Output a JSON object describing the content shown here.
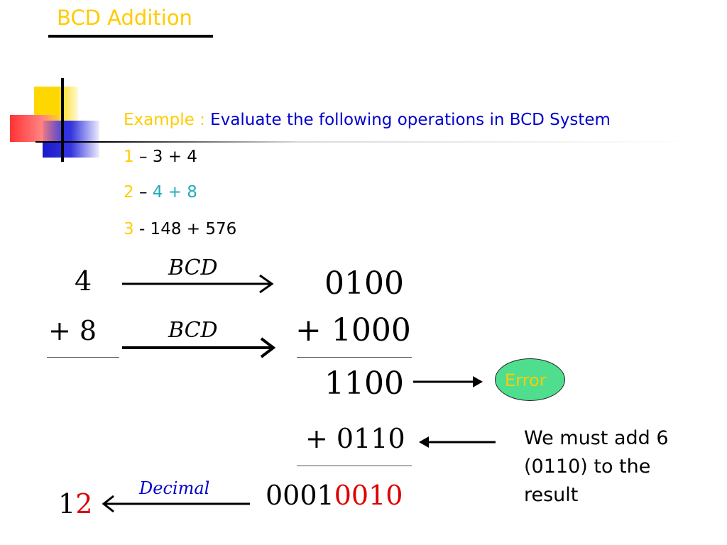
{
  "slide": {
    "title": "BCD Addition",
    "example_label": "Example",
    "example_colon": " : ",
    "example_text": "Evaluate the following operations in BCD System",
    "items": [
      {
        "num": "1",
        "rest": " – 3 + 4"
      },
      {
        "num": "2",
        "dash": " – ",
        "rest": "4 + 8"
      },
      {
        "num": "3",
        "rest": " - 148 + 576"
      }
    ],
    "math": {
      "operand1": "4",
      "operand2": "+ 8",
      "arrow_label1": "BCD",
      "arrow_label2": "BCD",
      "bin1": "0100",
      "bin2": "+ 1000",
      "sum": "1100",
      "error": "Error",
      "correction": "+ 0110",
      "result_black": "0001",
      "result_red": "0010",
      "decimal_label": "Decimal",
      "decimal_black": "1",
      "decimal_red": "2",
      "note": "We must add 6 (0110) to the result"
    },
    "colors": {
      "title": "#ffcc00",
      "example_text": "#0000cc",
      "highlight_red": "#dd0000",
      "error_fill": "#4ede8e",
      "teal": "#22aabb"
    }
  }
}
